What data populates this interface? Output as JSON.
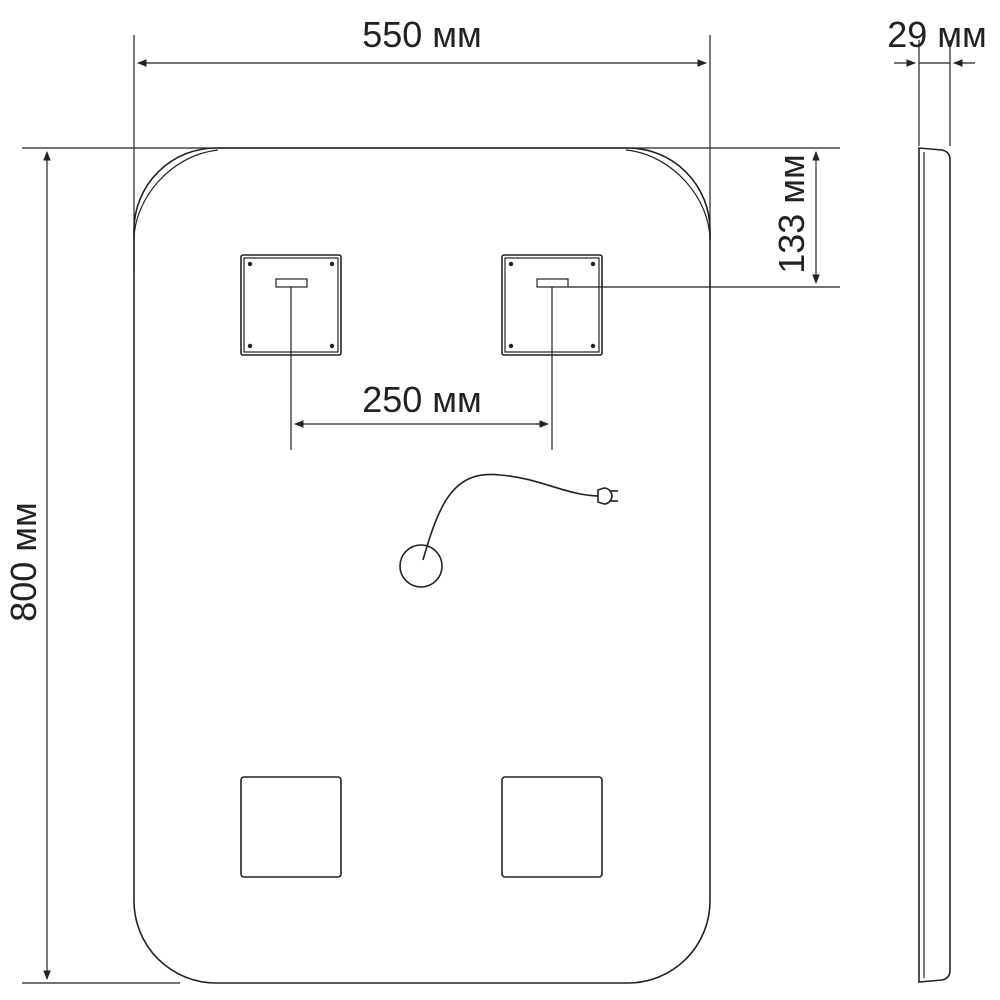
{
  "dimensions": {
    "width_label": "550 мм",
    "height_label": "800 мм",
    "depth_label": "29 мм",
    "bracket_spacing_label": "250 мм",
    "bracket_offset_label": "133 мм"
  },
  "colors": {
    "line": "#222222",
    "background": "#ffffff"
  }
}
